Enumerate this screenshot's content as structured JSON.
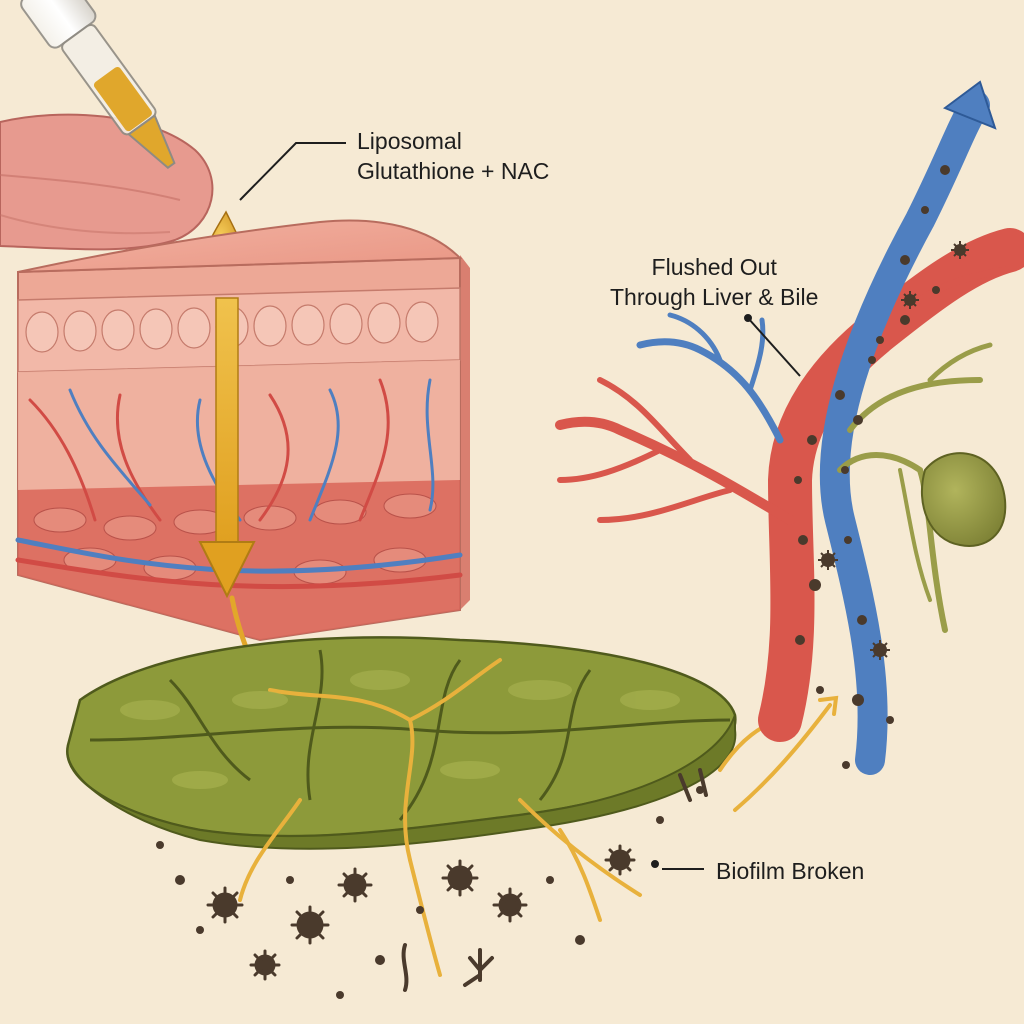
{
  "labels": {
    "glutathione": {
      "line1": "Liposomal",
      "line2": "Glutathione + NAC"
    },
    "flushed": {
      "line1": "Flushed Out",
      "line2": "Through Liver & Bile"
    },
    "biofilm": {
      "text": "Biofilm Broken"
    }
  },
  "colors": {
    "background": "#f6ead4",
    "tongue": "#e79a8f",
    "skin": "#eba091",
    "artery": "#d9574c",
    "vein": "#4f7fc0",
    "glutathione": "#e2a72a",
    "biofilm": "#8d9a3a",
    "bile": "#9a9d49",
    "microbe": "#4a3a2c"
  },
  "icons": {
    "dropper": "dropper-icon",
    "arrow": "down-arrow-icon",
    "microbe": "spiky-microbe-icon"
  }
}
